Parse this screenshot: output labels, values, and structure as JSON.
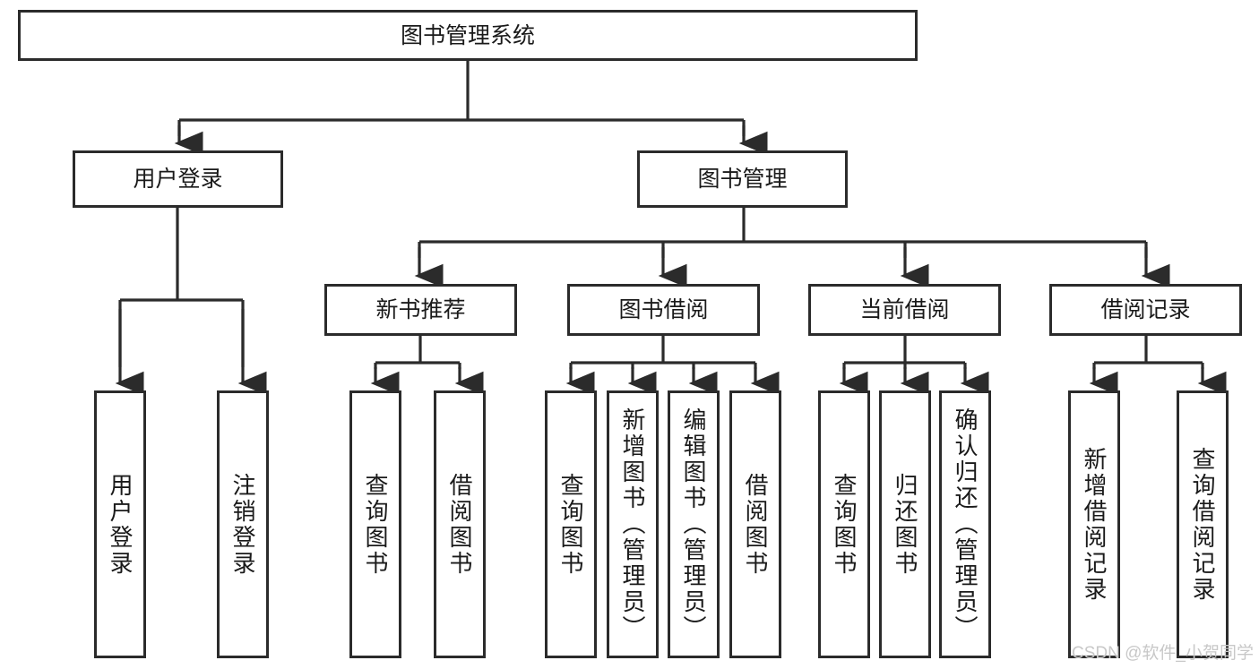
{
  "diagram": {
    "type": "tree-hierarchy",
    "title": "图书管理系统",
    "watermark": "CSDN @软件_小贺同学",
    "colors": {
      "node_border": "#2b2b2b",
      "node_fill": "#ffffff",
      "edge": "#2b2b2b",
      "text": "#1a1a1a",
      "watermark": "#c8c8c8",
      "background": "#ffffff"
    },
    "nodes": {
      "root": {
        "label": "图书管理系统",
        "orientation": "horizontal"
      },
      "level2": [
        {
          "id": "user-login",
          "label": "用户登录",
          "orientation": "horizontal"
        },
        {
          "id": "book-manage",
          "label": "图书管理",
          "orientation": "horizontal"
        }
      ],
      "level3": [
        {
          "id": "new-book-rec",
          "label": "新书推荐",
          "orientation": "horizontal"
        },
        {
          "id": "book-borrow",
          "label": "图书借阅",
          "orientation": "horizontal"
        },
        {
          "id": "current-borrow",
          "label": "当前借阅",
          "orientation": "horizontal"
        },
        {
          "id": "borrow-record",
          "label": "借阅记录",
          "orientation": "horizontal"
        }
      ],
      "leaves": [
        {
          "id": "leaf-user-login",
          "label": "用户登录",
          "parent": "user-login",
          "orientation": "vertical"
        },
        {
          "id": "leaf-logout-login",
          "label": "注销登录",
          "parent": "user-login",
          "orientation": "vertical"
        },
        {
          "id": "leaf-query-book-1",
          "label": "查询图书",
          "parent": "new-book-rec",
          "orientation": "vertical"
        },
        {
          "id": "leaf-borrow-book-1",
          "label": "借阅图书",
          "parent": "new-book-rec",
          "orientation": "vertical"
        },
        {
          "id": "leaf-query-book-2",
          "label": "查询图书",
          "parent": "book-borrow",
          "orientation": "vertical"
        },
        {
          "id": "leaf-add-book",
          "label": "新增图书（管理员）",
          "parent": "book-borrow",
          "orientation": "vertical"
        },
        {
          "id": "leaf-edit-book",
          "label": "编辑图书（管理员）",
          "parent": "book-borrow",
          "orientation": "vertical"
        },
        {
          "id": "leaf-borrow-book-2",
          "label": "借阅图书",
          "parent": "book-borrow",
          "orientation": "vertical"
        },
        {
          "id": "leaf-query-book-3",
          "label": "查询图书",
          "parent": "current-borrow",
          "orientation": "vertical"
        },
        {
          "id": "leaf-return-book",
          "label": "归还图书",
          "parent": "current-borrow",
          "orientation": "vertical"
        },
        {
          "id": "leaf-confirm-return",
          "label": "确认归还（管理员）",
          "parent": "current-borrow",
          "orientation": "vertical"
        },
        {
          "id": "leaf-add-record",
          "label": "新增借阅记录",
          "parent": "borrow-record",
          "orientation": "vertical"
        },
        {
          "id": "leaf-query-record",
          "label": "查询借阅记录",
          "parent": "borrow-record",
          "orientation": "vertical"
        }
      ]
    }
  }
}
